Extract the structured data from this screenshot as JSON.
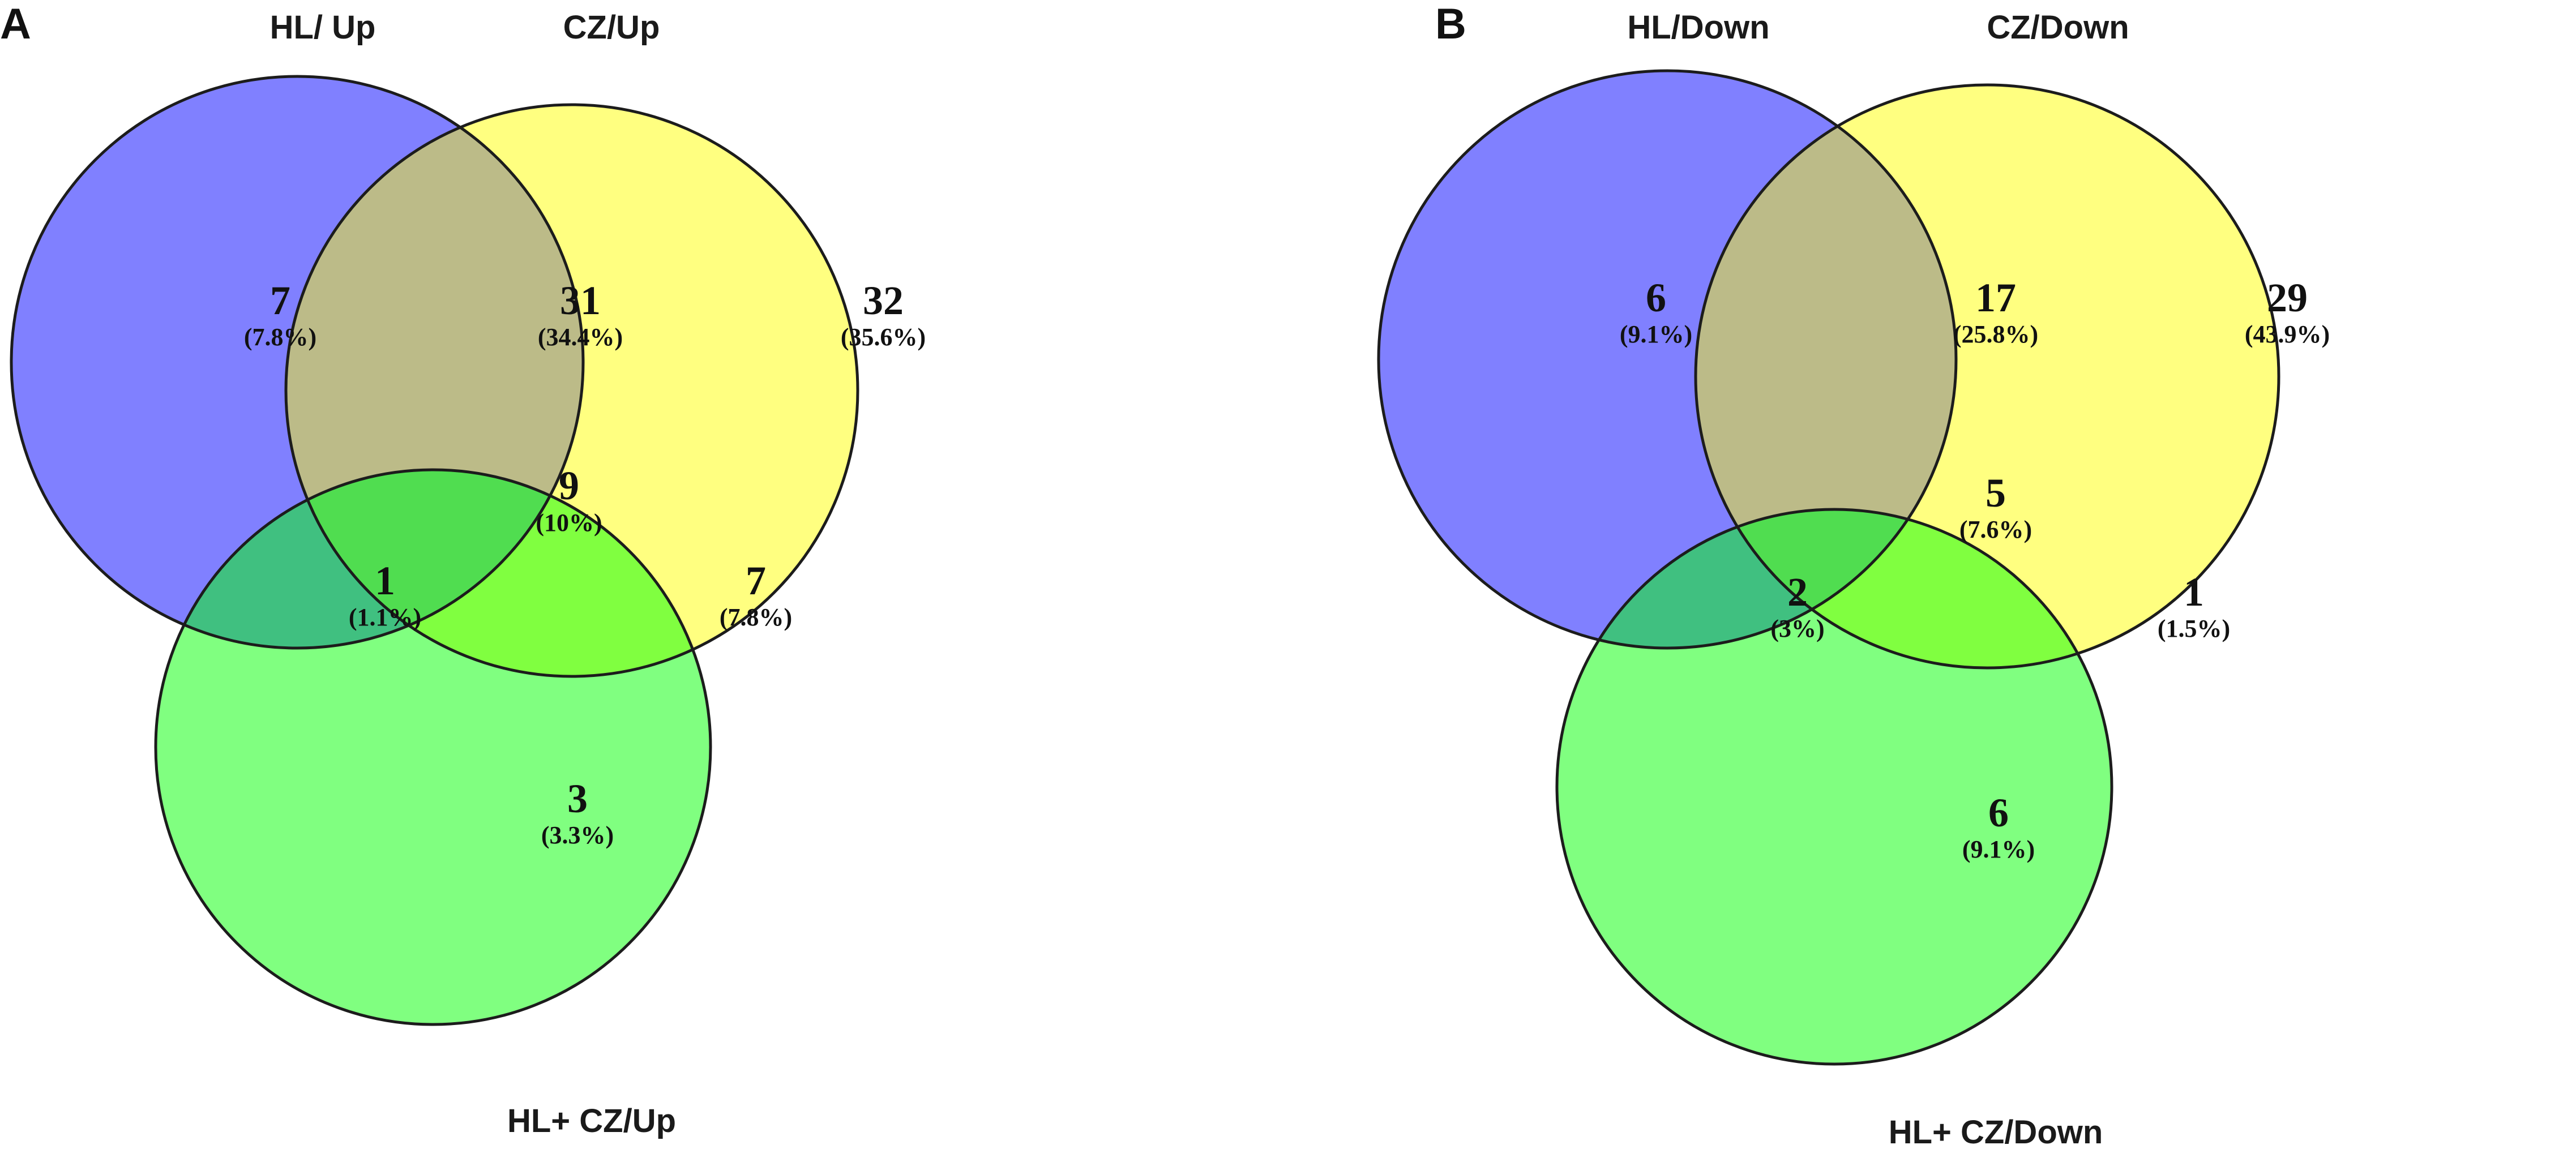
{
  "colors": {
    "set_1": "#8080ff",
    "set_2": "#ffff80",
    "set_3": "#80ff80",
    "overlap_1_2": "#bcbb88",
    "overlap_1_3": "#40c080",
    "overlap_2_3": "#80ff40",
    "overlap_1_2_3": "#50dd50",
    "outline": "#1c1c1c"
  },
  "panels": [
    {
      "letter": "A",
      "set_labels": {
        "set_1": "HL/ Up",
        "set_2": "CZ/Up",
        "set_3": "HL+ CZ/Up"
      },
      "regions": {
        "only_1": {
          "count": "7",
          "percent": "(7.8%)"
        },
        "only_1_2": {
          "count": "31",
          "percent": "(34.4%)"
        },
        "only_2": {
          "count": "32",
          "percent": "(35.6%)"
        },
        "all_1_2_3": {
          "count": "9",
          "percent": "(10%)"
        },
        "only_1_3": {
          "count": "1",
          "percent": "(1.1%)"
        },
        "only_2_3": {
          "count": "7",
          "percent": "(7.8%)"
        },
        "only_3": {
          "count": "3",
          "percent": "(3.3%)"
        }
      }
    },
    {
      "letter": "B",
      "set_labels": {
        "set_1": "HL/Down",
        "set_2": "CZ/Down",
        "set_3": "HL+ CZ/Down"
      },
      "regions": {
        "only_1": {
          "count": "6",
          "percent": "(9.1%)"
        },
        "only_1_2": {
          "count": "17",
          "percent": "(25.8%)"
        },
        "only_2": {
          "count": "29",
          "percent": "(43.9%)"
        },
        "all_1_2_3": {
          "count": "5",
          "percent": "(7.6%)"
        },
        "only_1_3": {
          "count": "2",
          "percent": "(3%)"
        },
        "only_2_3": {
          "count": "1",
          "percent": "(1.5%)"
        },
        "only_3": {
          "count": "6",
          "percent": "(9.1%)"
        }
      }
    }
  ]
}
